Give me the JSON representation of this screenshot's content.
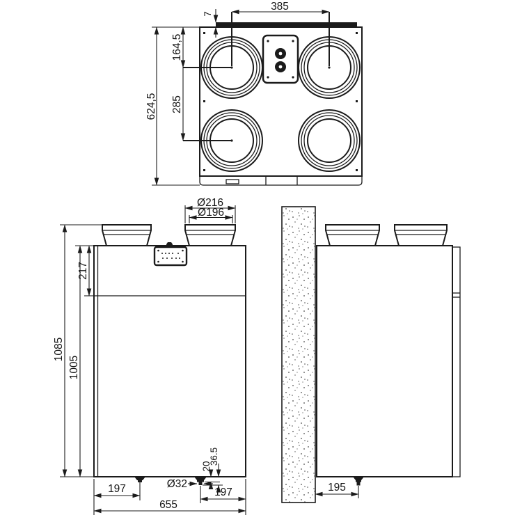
{
  "views": {
    "top_view": {
      "dim_port_centers": "385",
      "dim_rail_offset": "7",
      "dim_port_offset": "164,5",
      "dim_port_spacing": "285",
      "dim_depth": "624,5"
    },
    "front_view": {
      "dim_collar_outer": "Ø216",
      "dim_collar_inner": "Ø196",
      "dim_panel_section": "217",
      "dim_body_height": "1005",
      "dim_total_height": "1085",
      "dim_width": "655",
      "dim_drain_left": "197",
      "dim_drain_right": "197",
      "dim_drain_pipe": "Ø32",
      "dim_drain_step": "20",
      "dim_drain_drop": "36.5"
    },
    "side_view": {
      "dim_drain_offset": "195"
    }
  }
}
